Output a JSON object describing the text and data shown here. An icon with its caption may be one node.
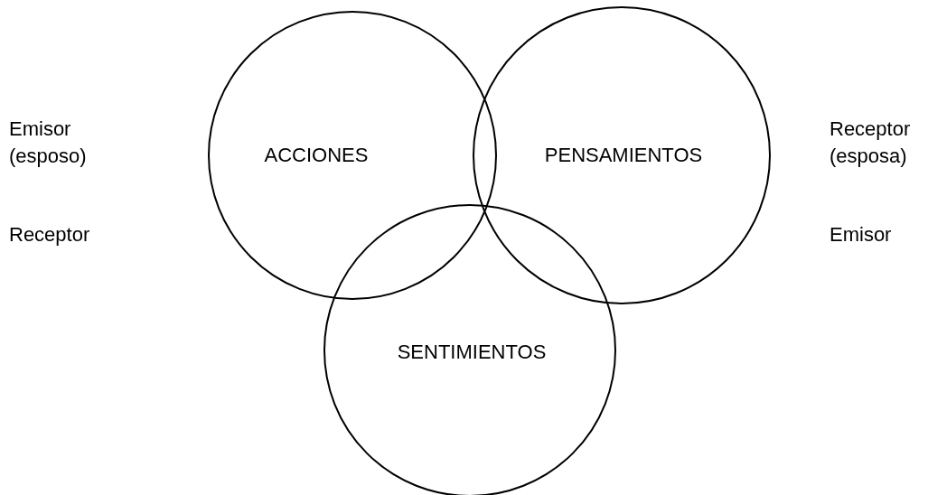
{
  "diagram": {
    "nodes": [
      {
        "text": [
          "ACCIONES"
        ]
      },
      {
        "text": [
          "PENSAMIENTOS"
        ]
      },
      {
        "text": [
          "SENTIMIENTOS"
        ]
      }
    ],
    "labels": [
      "Emisor (esposo)",
      "Receptor",
      "Receptor (esposa)",
      "Emisor"
    ]
  }
}
